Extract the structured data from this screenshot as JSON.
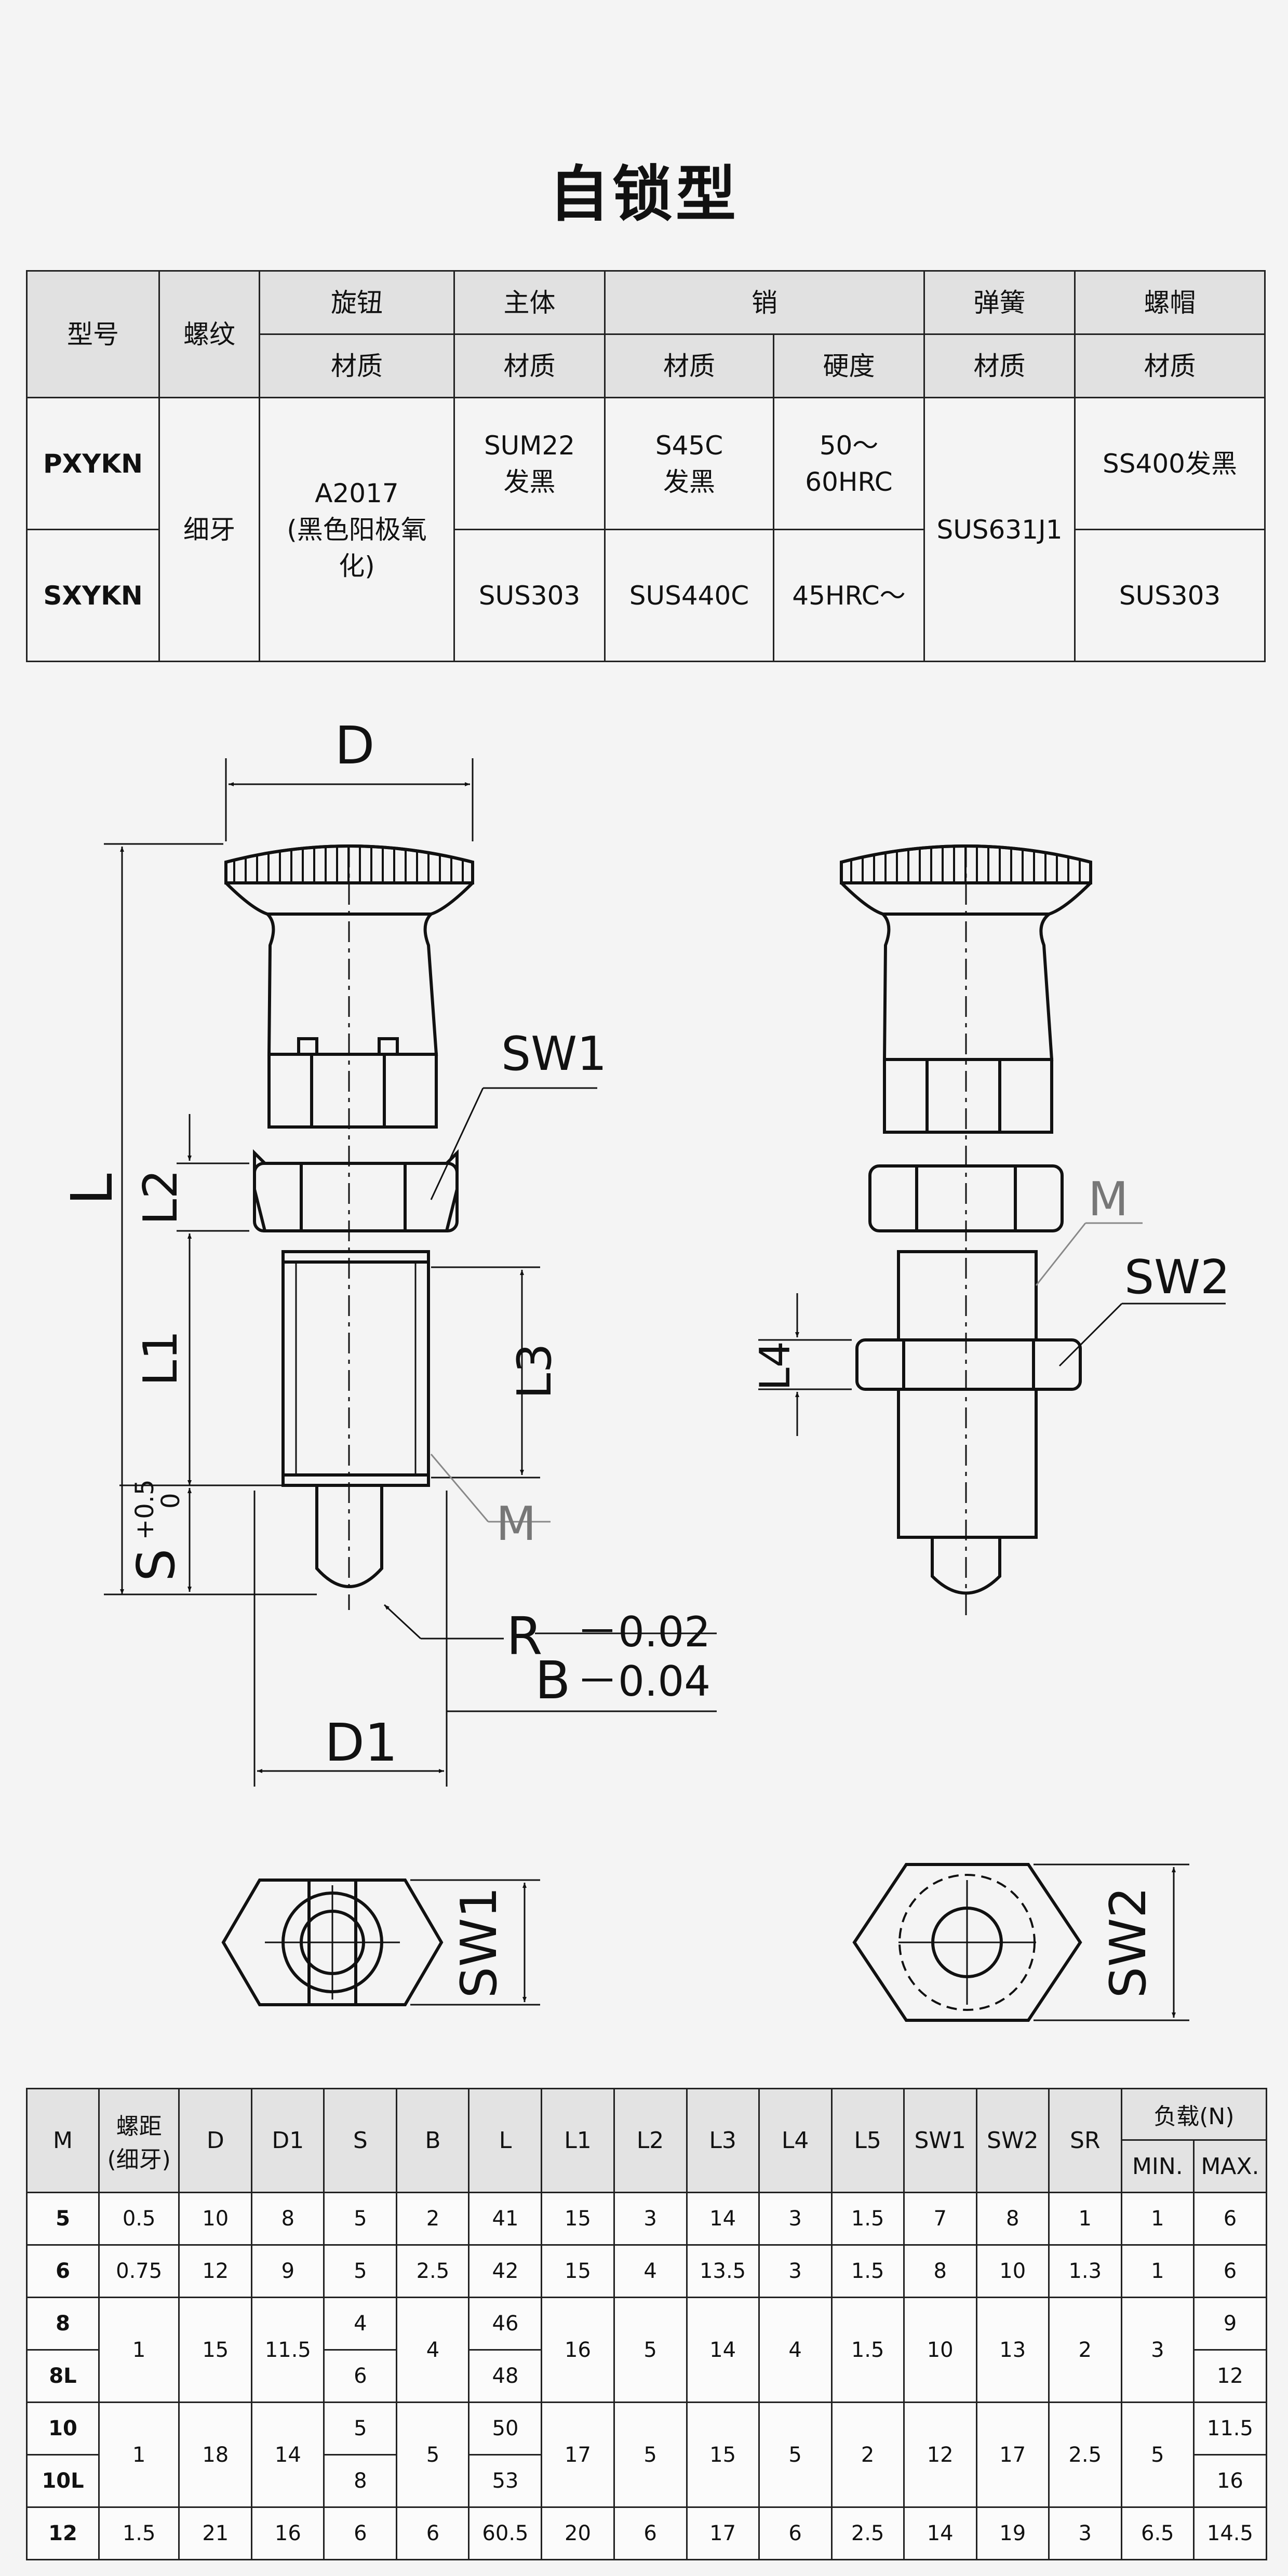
{
  "page_title": "自锁型",
  "materials": {
    "header": {
      "model": "型号",
      "thread": "螺纹",
      "knob": "旋钮",
      "body": "主体",
      "pin": "销",
      "spring": "弹簧",
      "nut": "螺帽",
      "material": "材质",
      "hardness": "硬度"
    },
    "thread_value": "细牙",
    "knob_value": [
      "A2017",
      "(黑色阳极氧",
      "化)"
    ],
    "spring_value": "SUS631J1",
    "rows": [
      {
        "model": "PXYKN",
        "body": [
          "SUM22",
          "发黑"
        ],
        "pin": [
          "S45C",
          "发黑"
        ],
        "hardness": [
          "50～",
          "60HRC"
        ],
        "nut": "SS400发黑"
      },
      {
        "model": "SXYKN",
        "body": [
          "SUS303"
        ],
        "pin": [
          "SUS440C"
        ],
        "hardness": [
          "45HRC～"
        ],
        "nut": "SUS303"
      }
    ]
  },
  "drawing": {
    "D": "D",
    "L": "L",
    "L1": "L1",
    "L2": "L2",
    "L3": "L3",
    "L4": "L4",
    "Sw1": "SW1",
    "Sw2": "SW2",
    "M": "M",
    "R": "R",
    "B": "B",
    "D1": "D1",
    "S": "S",
    "tol_plus": "+0.5",
    "tol_zero": "0",
    "tol_r": "－0.02",
    "tol_b": "－0.04"
  },
  "spec": {
    "headers": [
      "M",
      "螺距",
      "(细牙)",
      "D",
      "D1",
      "S",
      "B",
      "L",
      "L1",
      "L2",
      "L3",
      "L4",
      "L5",
      "SW1",
      "SW2",
      "SR",
      "负载(N)",
      "MIN.",
      "MAX."
    ],
    "groups": [
      {
        "pitch": "0.5",
        "D": "10",
        "D1": "8",
        "B": "2",
        "L1": "15",
        "L2": "3",
        "L3": "14",
        "L4": "3",
        "L5": "1.5",
        "Sw1": "7",
        "Sw2": "8",
        "SR": "1",
        "min": "1",
        "rows": [
          {
            "M": "5",
            "S": "5",
            "L": "41",
            "max": "6"
          }
        ]
      },
      {
        "pitch": "0.75",
        "D": "12",
        "D1": "9",
        "B": "2.5",
        "L1": "15",
        "L2": "4",
        "L3": "13.5",
        "L4": "3",
        "L5": "1.5",
        "Sw1": "8",
        "Sw2": "10",
        "SR": "1.3",
        "min": "1",
        "rows": [
          {
            "M": "6",
            "S": "5",
            "L": "42",
            "max": "6"
          }
        ]
      },
      {
        "pitch": "1",
        "D": "15",
        "D1": "11.5",
        "B": "4",
        "L1": "16",
        "L2": "5",
        "L3": "14",
        "L4": "4",
        "L5": "1.5",
        "Sw1": "10",
        "Sw2": "13",
        "SR": "2",
        "min": "3",
        "rows": [
          {
            "M": "8",
            "S": "4",
            "L": "46",
            "max": "9"
          },
          {
            "M": "8L",
            "S": "6",
            "L": "48",
            "max": "12"
          }
        ]
      },
      {
        "pitch": "1",
        "D": "18",
        "D1": "14",
        "B": "5",
        "L1": "17",
        "L2": "5",
        "L3": "15",
        "L4": "5",
        "L5": "2",
        "Sw1": "12",
        "Sw2": "17",
        "SR": "2.5",
        "min": "5",
        "rows": [
          {
            "M": "10",
            "S": "5",
            "L": "50",
            "max": "11.5"
          },
          {
            "M": "10L",
            "S": "8",
            "L": "53",
            "max": "16"
          }
        ]
      },
      {
        "pitch": "1.5",
        "D": "21",
        "D1": "16",
        "B": "6",
        "L1": "20",
        "L2": "6",
        "L3": "17",
        "L4": "6",
        "L5": "2.5",
        "Sw1": "14",
        "Sw2": "19",
        "SR": "3",
        "min": "6.5",
        "rows": [
          {
            "M": "12",
            "S": "6",
            "L": "60.5",
            "max": "14.5"
          }
        ]
      }
    ]
  }
}
